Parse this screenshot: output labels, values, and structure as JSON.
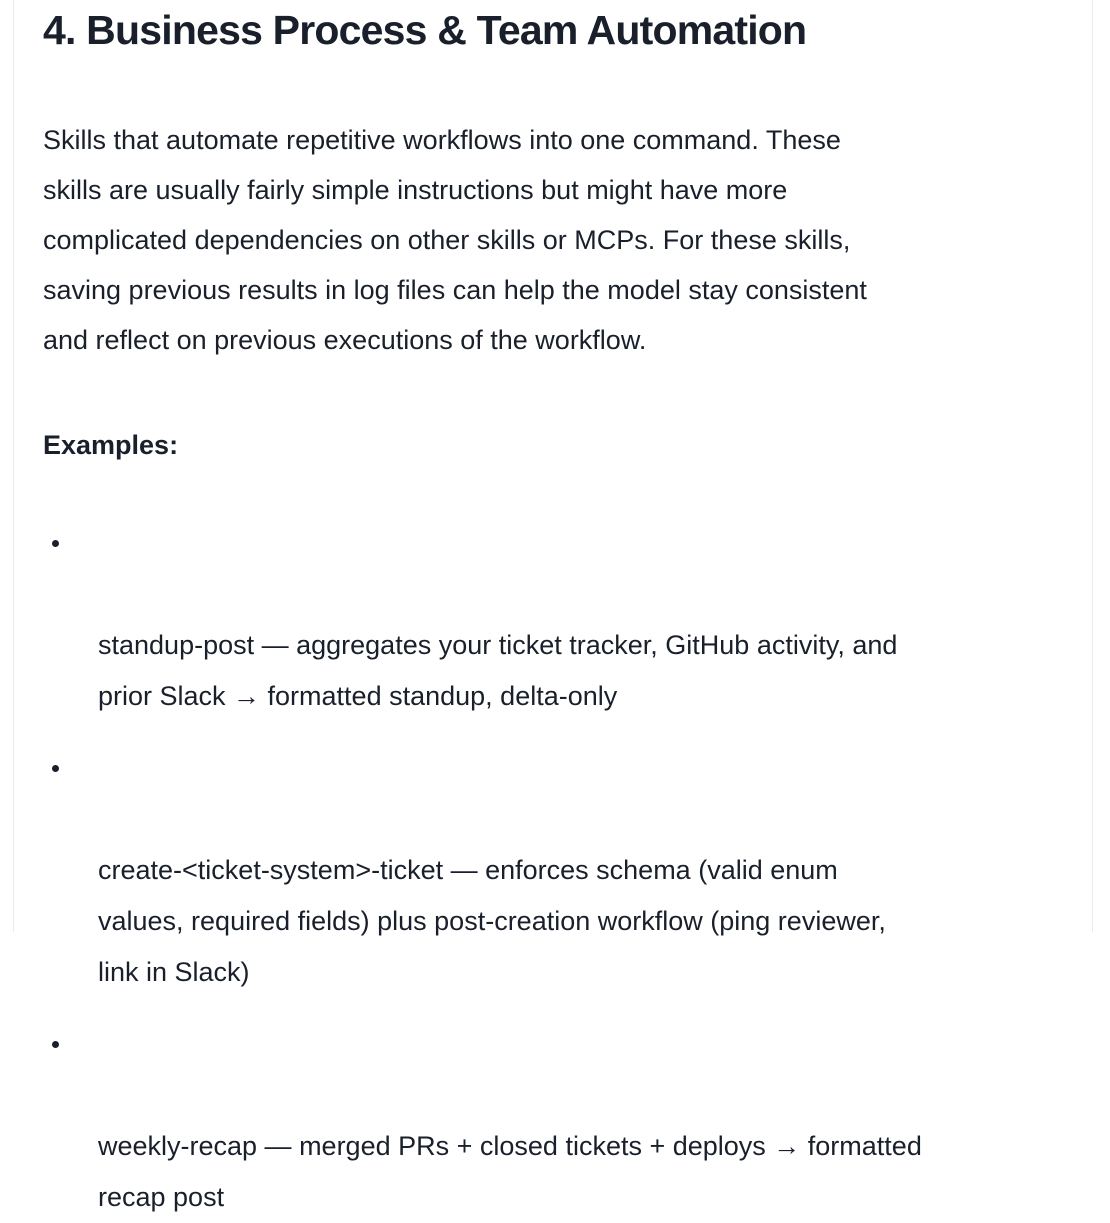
{
  "page": {
    "heading": "4. Business Process & Team Automation",
    "paragraph": "Skills that automate repetitive workflows into one command. These\nskills are usually fairly simple instructions but might have more\ncomplicated dependencies on other skills or MCPs. For these skills,\nsaving previous results in log files can help the model stay consistent\nand reflect on previous executions of the workflow.",
    "examples_label": "Examples:",
    "examples": {
      "items": [
        "standup-post — aggregates your ticket tracker, GitHub activity, and\nprior Slack → formatted standup, delta-only",
        "create-<ticket-system>-ticket — enforces schema (valid enum\nvalues, required fields) plus post-creation workflow (ping reviewer,\nlink in Slack)",
        "weekly-recap — merged PRs + closed tickets + deploys → formatted\nrecap post"
      ]
    }
  },
  "colors": {
    "text": "#1a202b",
    "column_border": "#ebebeb",
    "background": "#ffffff"
  }
}
